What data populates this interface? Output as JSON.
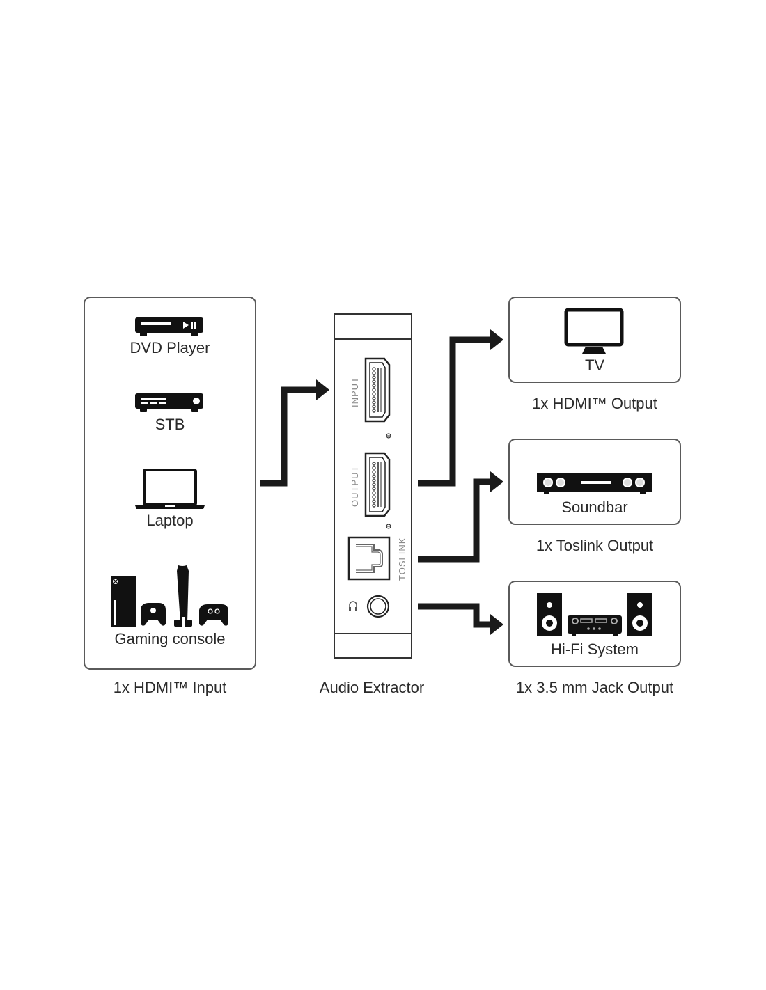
{
  "input_panel": {
    "devices": [
      {
        "label": "DVD Player",
        "icon": "dvd-player-icon"
      },
      {
        "label": "STB",
        "icon": "set-top-box-icon"
      },
      {
        "label": "Laptop",
        "icon": "laptop-icon"
      },
      {
        "label": "Gaming console",
        "icon": "gaming-console-icon"
      }
    ],
    "caption": "1x HDMI™ Input"
  },
  "extractor": {
    "caption": "Audio Extractor",
    "ports": {
      "input": "INPUT",
      "output": "OUTPUT",
      "toslink": "TOSLINK"
    }
  },
  "outputs": [
    {
      "label": "TV",
      "icon": "tv-icon",
      "caption": "1x HDMI™ Output"
    },
    {
      "label": "Soundbar",
      "icon": "soundbar-icon",
      "caption": "1x Toslink Output"
    },
    {
      "label": "Hi-Fi System",
      "icon": "hifi-system-icon",
      "caption": "1x 3.5 mm Jack Output"
    }
  ],
  "colors": {
    "icon": "#111111",
    "border": "#5a5a5a",
    "text": "#2a2a2a"
  }
}
